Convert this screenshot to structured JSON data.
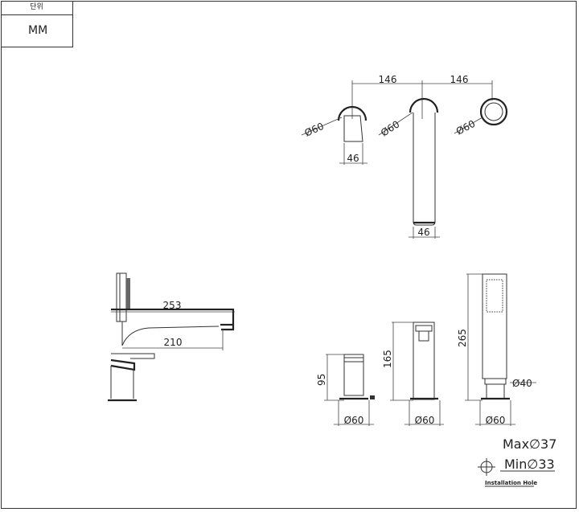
{
  "units": {
    "header": "단위",
    "value": "MM"
  },
  "top_view": {
    "spacing_left": "146",
    "spacing_right": "146",
    "diam_left": "Ø60",
    "diam_center": "Ø60",
    "diam_right": "Ø60",
    "width_left": "46",
    "width_center": "46"
  },
  "side_view": {
    "length_total": "253",
    "length_reach": "210"
  },
  "front_views": {
    "height_valve": "95",
    "height_spout": "165",
    "height_shower": "265",
    "diam_valve": "Ø60",
    "diam_spout": "Ø60",
    "diam_shower": "Ø60",
    "diam_hose": "Ø40"
  },
  "installation": {
    "max": "Max∅37",
    "min": "Min∅33",
    "label": "Installation Hole"
  }
}
